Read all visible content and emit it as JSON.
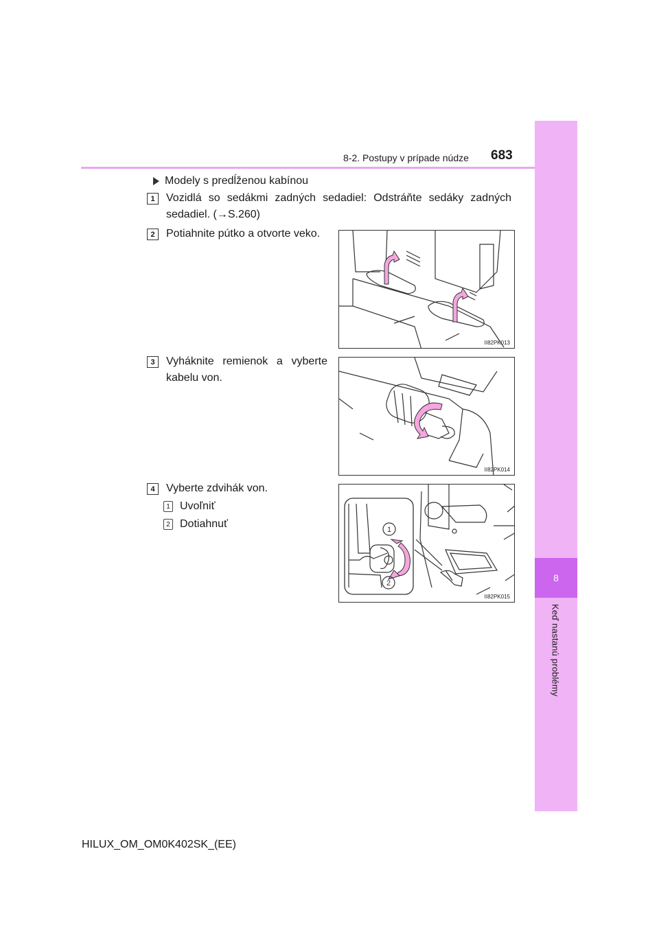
{
  "header": {
    "section": "8-2. Postupy v prípade núdze",
    "page_number": "683"
  },
  "sidebar": {
    "chapter_number": "8",
    "chapter_label": "Keď nastanú problémy"
  },
  "content": {
    "heading": "Modely s predĺženou kabínou",
    "steps": [
      {
        "number": "1",
        "text_line1": "Vozidlá so sedákmi zadných sedadiel: Odstráňte sedáky zadných",
        "text_line2": "sedadiel. (→S.260)"
      },
      {
        "number": "2",
        "text_line1": "Potiahnite pútko a otvorte veko.",
        "text_line2": ""
      },
      {
        "number": "3",
        "text_line1": "Vyháknite remienok a vyberte",
        "text_line2": "kabelu von."
      },
      {
        "number": "4",
        "text_line1": "Vyberte zdvihák von.",
        "text_line2": ""
      }
    ],
    "sub_items": [
      {
        "number": "1",
        "text": "Uvoľniť"
      },
      {
        "number": "2",
        "text": "Dotiahnuť"
      }
    ],
    "illustrations": [
      {
        "code": "II82PK013",
        "icon": "lift-lid-illustration"
      },
      {
        "code": "II82PK014",
        "icon": "unhook-strap-illustration"
      },
      {
        "code": "II82PK015",
        "icon": "remove-jack-illustration",
        "callouts": [
          "1",
          "2"
        ]
      }
    ],
    "accent_color": "#f0b3f5",
    "arrow_color": "#f5a6e0"
  },
  "footer": {
    "doc_id": "HILUX_OM_OM0K402SK_(EE)"
  }
}
